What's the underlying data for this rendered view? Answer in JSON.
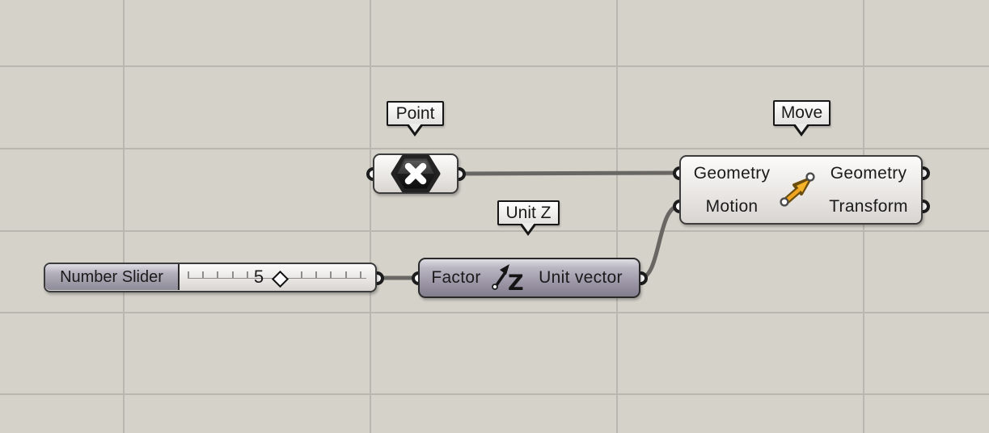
{
  "canvas": {
    "background_color": "#d5d2ca",
    "grid_line_color": "#bab7b0",
    "wire_color": "#686764",
    "selected_accent_color": "#f0a41f"
  },
  "point": {
    "tag": "Point",
    "icon": "point-hexagon-x-icon"
  },
  "move": {
    "tag": "Move",
    "inputs": [
      "Geometry",
      "Motion"
    ],
    "outputs": [
      "Geometry",
      "Transform"
    ],
    "icon": "move-vector-arrow-icon"
  },
  "unit_z": {
    "tag": "Unit Z",
    "inputs": [
      "Factor"
    ],
    "outputs": [
      "Unit vector"
    ],
    "icon": "unit-z-arrow-icon"
  },
  "slider": {
    "name": "Number Slider",
    "value": "5"
  }
}
